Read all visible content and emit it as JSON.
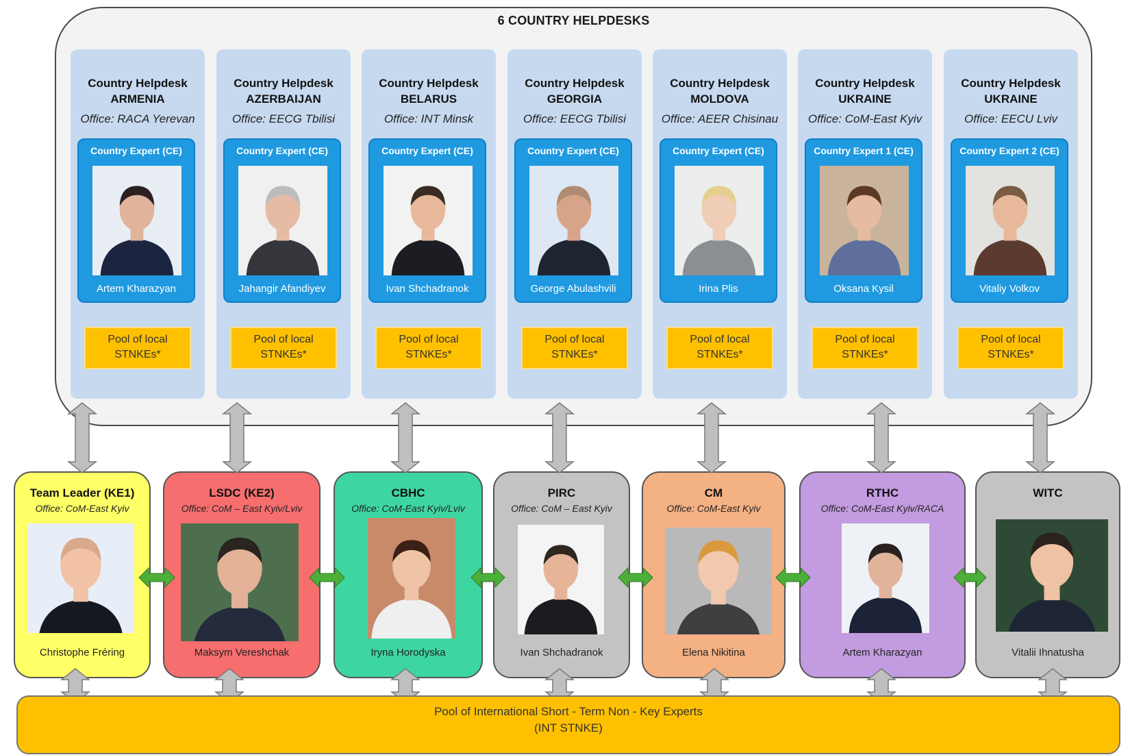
{
  "header": {
    "title": "6 COUNTRY HELPDESKS"
  },
  "helpdesks": [
    {
      "title": "Country Helpdesk",
      "country": "ARMENIA",
      "office": "Office: RACA Yerevan",
      "role": "Country Expert (CE)",
      "name": "Artem Kharazyan",
      "pool": "Pool of local STNKEs*"
    },
    {
      "title": "Country Helpdesk",
      "country": "AZERBAIJAN",
      "office": "Office: EECG Tbilisi",
      "role": "Country Expert (CE)",
      "name": "Jahangir Afandiyev",
      "pool": "Pool of local STNKEs*"
    },
    {
      "title": "Country Helpdesk",
      "country": "BELARUS",
      "office": "Office: INT Minsk",
      "role": "Country Expert (CE)",
      "name": "Ivan Shchadranok",
      "pool": "Pool of local STNKEs*"
    },
    {
      "title": "Country Helpdesk",
      "country": "GEORGIA",
      "office": "Office: EECG Tbilisi",
      "role": "Country Expert (CE)",
      "name": "George Abulashvili",
      "pool": "Pool of local STNKEs*"
    },
    {
      "title": "Country Helpdesk",
      "country": "MOLDOVA",
      "office": "Office: AEER Chisinau",
      "role": "Country Expert (CE)",
      "name": "Irina Plis",
      "pool": "Pool of local STNKEs*"
    },
    {
      "title": "Country Helpdesk",
      "country": "UKRAINE",
      "office": "Office: CoM-East Kyiv",
      "role": "Country Expert 1 (CE)",
      "name": "Oksana Kysil",
      "pool": "Pool of local STNKEs*"
    },
    {
      "title": "Country Helpdesk",
      "country": "UKRAINE",
      "office": "Office: EECU Lviv",
      "role": "Country Expert 2 (CE)",
      "name": "Vitaliy Volkov",
      "pool": "Pool of local STNKEs*"
    }
  ],
  "team": [
    {
      "title": "Team Leader (KE1)",
      "office": "Office: CoM-East Kyiv",
      "name": "Christophe Fréring",
      "color": "#ffff66"
    },
    {
      "title": "LSDC (KE2)",
      "office": "Office: CoM – East Kyiv/Lviv",
      "name": "Maksym Vereshchak",
      "color": "#f76e6e"
    },
    {
      "title": "CBHC",
      "office": "Office: CoM-East Kyiv/Lviv",
      "name": "Iryna Horodyska",
      "color": "#3ed6a0"
    },
    {
      "title": "PIRC",
      "office": "Office: CoM – East Kyiv",
      "name": "Ivan Shchadranok",
      "color": "#c3c3c3"
    },
    {
      "title": "CM",
      "office": "Office: CoM-East Kyiv",
      "name": "Elena Nikitina",
      "color": "#f4b183"
    },
    {
      "title": "RTHC",
      "office": "Office: CoM-East Kyiv/RACA",
      "name": "Artem Kharazyan",
      "color": "#c39be0"
    },
    {
      "title": "WITC",
      "office": "",
      "name": "Vitalii Ihnatusha",
      "color": "#c3c3c3"
    }
  ],
  "pool": {
    "line1": "Pool of International Short - Term Non - Key Experts",
    "line2": "(INT STNKE)"
  },
  "colors": {
    "helpdesk_bg": "#c6d9ef",
    "expert_card": "#1f9ae0",
    "pool_yellow": "#ffc000",
    "link_green": "#4caf3a",
    "arrow_gray": "#bfbfbf"
  }
}
